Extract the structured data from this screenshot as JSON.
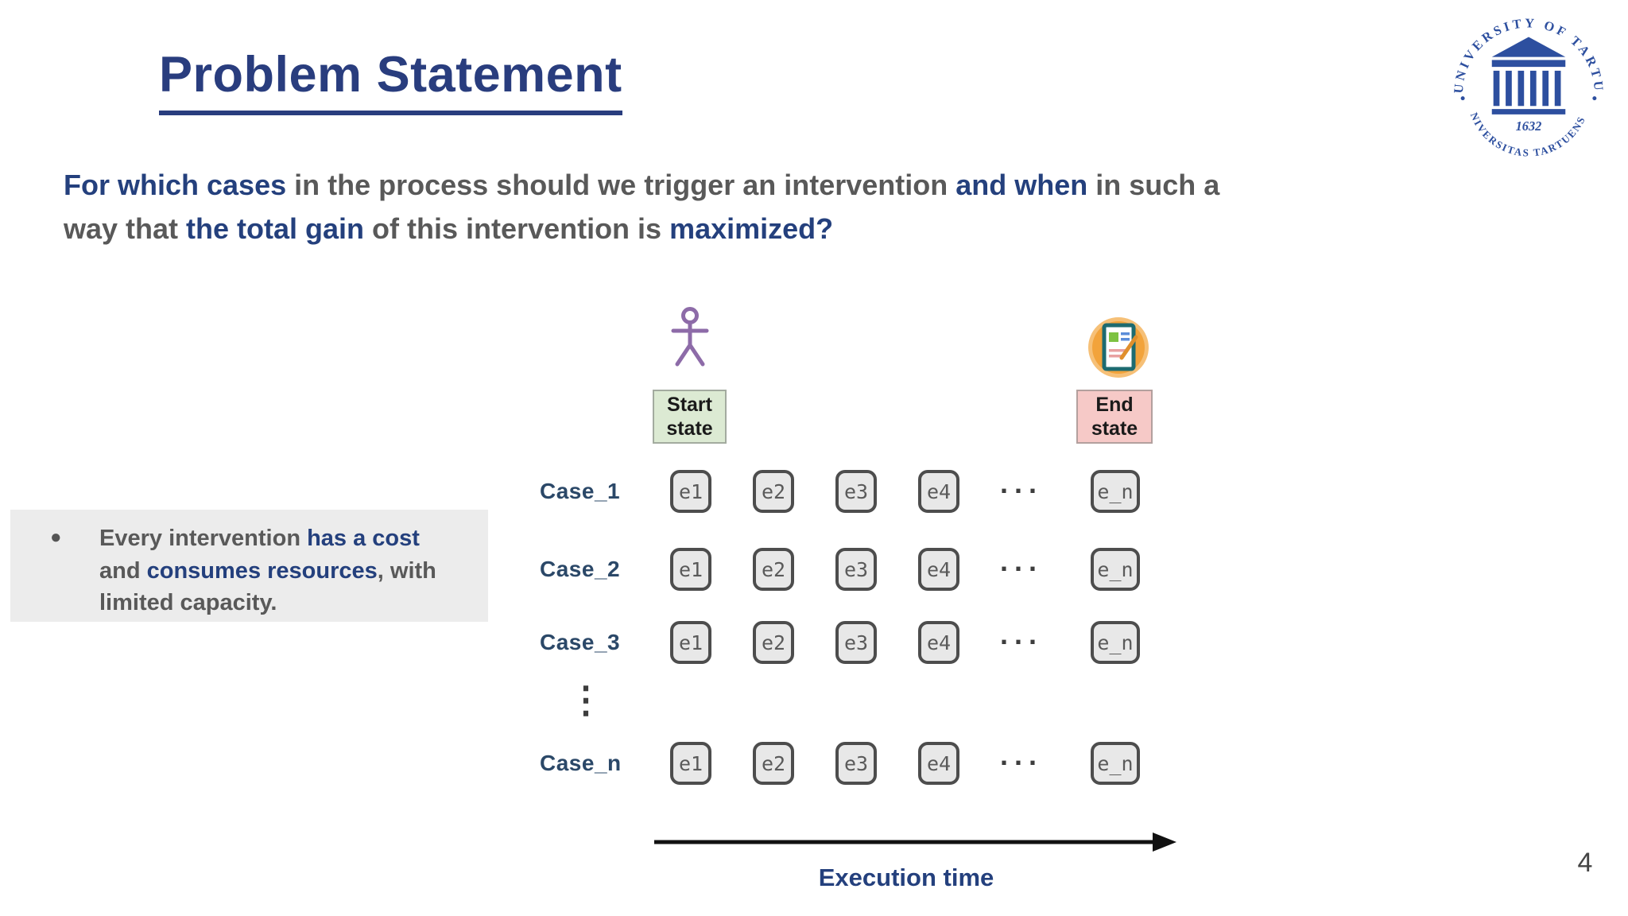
{
  "slide": {
    "title": "Problem Statement",
    "page_number": "4"
  },
  "intro": {
    "segments": [
      {
        "text": "For which cases",
        "style": "accent"
      },
      {
        "text": " in the process should we trigger an intervention ",
        "style": "plain"
      },
      {
        "text": "and when",
        "style": "accent"
      },
      {
        "text": " in such a way that ",
        "style": "plain"
      },
      {
        "text": "the total gain",
        "style": "accent"
      },
      {
        "text": " of this intervention is ",
        "style": "plain"
      },
      {
        "text": "maximized?",
        "style": "accent"
      }
    ]
  },
  "bullet": {
    "marker": "●",
    "segments": [
      {
        "text": "Every intervention ",
        "style": "plain"
      },
      {
        "text": "has a cost",
        "style": "accent"
      },
      {
        "text": " and ",
        "style": "plain"
      },
      {
        "text": "consumes resources",
        "style": "accent"
      },
      {
        "text": ", with limited capacity.",
        "style": "plain"
      }
    ]
  },
  "diagram": {
    "start_state_label": "Start\nstate",
    "end_state_label": "End\nstate",
    "rows": [
      {
        "label": "Case_1",
        "events": [
          "e1",
          "e2",
          "e3",
          "e4"
        ],
        "ellipsis": "...",
        "last_event": "e_n"
      },
      {
        "label": "Case_2",
        "events": [
          "e1",
          "e2",
          "e3",
          "e4"
        ],
        "ellipsis": "...",
        "last_event": "e_n"
      },
      {
        "label": "Case_3",
        "events": [
          "e1",
          "e2",
          "e3",
          "e4"
        ],
        "ellipsis": "...",
        "last_event": "e_n"
      },
      {
        "label": "Case_n",
        "events": [
          "e1",
          "e2",
          "e3",
          "e4"
        ],
        "ellipsis": "...",
        "last_event": "e_n"
      }
    ],
    "vertical_ellipsis": "⋮",
    "axis_label": "Execution time"
  },
  "logo": {
    "arc_top": "UNIVERSITY OF TARTU",
    "arc_bottom": "UNIVERSITAS TARTUENSIS",
    "year": "1632"
  },
  "colors": {
    "accent_navy": "#24407d",
    "title_navy": "#293d7e",
    "body_gray": "#595959",
    "bullet_bg": "#ececec",
    "event_box_bg": "#e8e8e8",
    "event_box_border": "#4d4d4d",
    "start_state_bg": "#dcead3",
    "end_state_bg": "#f6c9c7",
    "case_label": "#2b4868",
    "actor_purple": "#8d6ba8",
    "logo_blue": "#2d4f9f",
    "arrow_black": "#111111"
  }
}
